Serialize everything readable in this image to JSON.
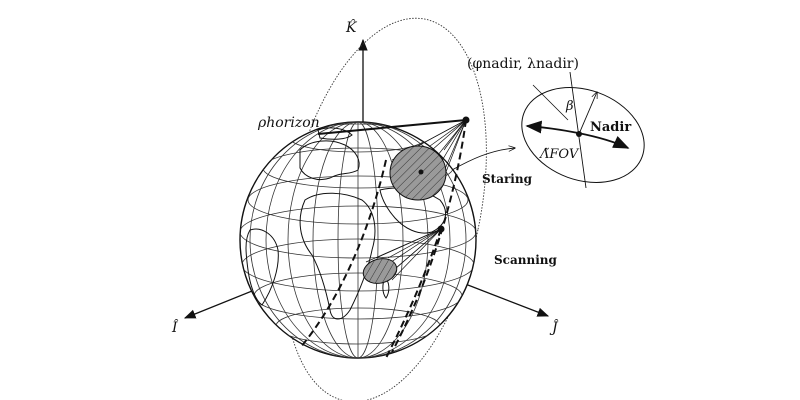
{
  "axes": {
    "k_label": "K̂",
    "i_label": "Î",
    "j_label": "Ĵ"
  },
  "labels": {
    "rho_horizon": "ρhorizon",
    "phi_lambda_nadir": "(φnadir, λnadir)",
    "staring": "Staring",
    "scanning": "Scanning",
    "nadir": "Nadir",
    "beta": "β",
    "lambda_fov": "Λ̃FOV"
  },
  "colors": {
    "ink": "#111111",
    "footprint_fill": "#9a9a9a",
    "grid_line": "#333333"
  }
}
